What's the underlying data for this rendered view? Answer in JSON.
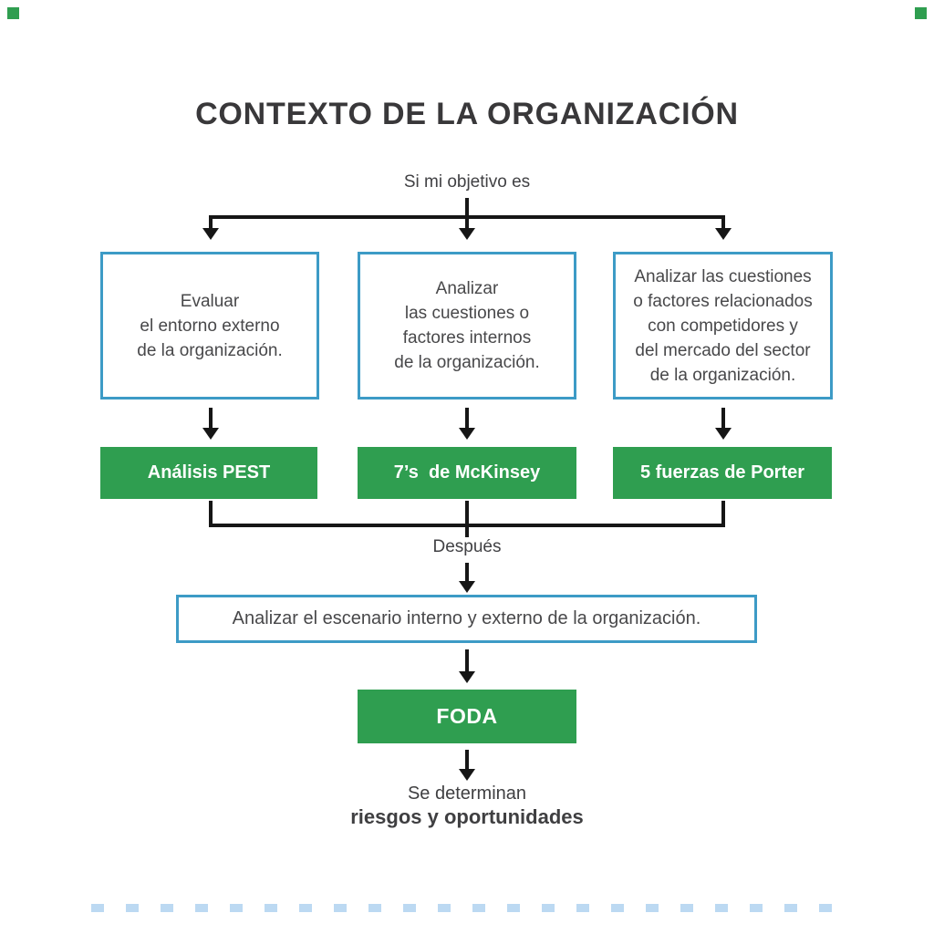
{
  "title": "CONTEXTO DE LA ORGANIZACIÓN",
  "intro_label": "Si mi objetivo es",
  "branches": [
    {
      "description": "Evaluar\nel entorno externo\nde la organización.",
      "tool": "Análisis PEST"
    },
    {
      "description": "Analizar\nlas cuestiones o\nfactores internos\nde la organización.",
      "tool": "7’s  de McKinsey"
    },
    {
      "description": "Analizar las cuestiones\no factores relacionados\ncon competidores y\ndel mercado del sector\nde la organización.",
      "tool": "5 fuerzas de Porter"
    }
  ],
  "despues_label": "Después",
  "scenario_label": "Analizar el escenario interno y externo de la organización.",
  "foda_label": "FODA",
  "outcome": {
    "line1": "Se determinan",
    "line2": "riesgos y oportunidades"
  },
  "colors": {
    "green": "#2f9e50",
    "box_border_blue": "#3d9bc6",
    "connector_black": "#161616",
    "text_dark": "#414144",
    "title_dark": "#39383a",
    "divider_light_blue": "#bcd9f2"
  }
}
